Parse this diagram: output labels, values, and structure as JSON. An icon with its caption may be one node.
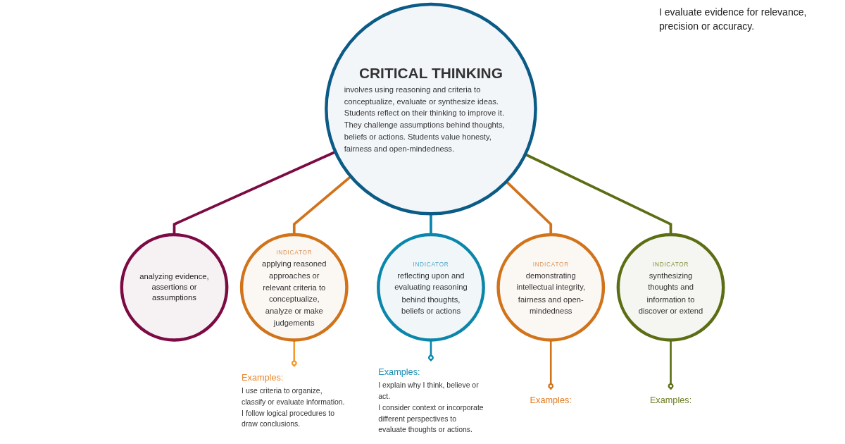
{
  "diagram": {
    "nodes": [
      {
        "text": [
          "CRITICAL THINKING",
          "involves using reasoning and criteria to conceptualize, evaluate or synthesize ideas. Students reflect on their thinking to improve it. They challenge assumptions behind thoughts, beliefs or actions. Students value honesty, fairness and open-mindedness."
        ]
      },
      {
        "text": [
          "analyzing evidence, assertions or assumptions"
        ]
      },
      {
        "text": [
          "INDICATOR",
          "applying reasoned approaches or relevant criteria to conceptualize, analyze or make judgements"
        ]
      },
      {
        "text": [
          "Examples:",
          "I use criteria to organize, classify or evaluate information.",
          "I follow logical procedures to draw conclusions."
        ]
      },
      {
        "text": [
          "INDICATOR",
          "reflecting upon and evaluating reasoning behind thoughts, beliefs or actions"
        ]
      },
      {
        "text": [
          "Examples:",
          "I explain why I think, believe or act.",
          "I consider context or incorporate different perspectives to evaluate thoughts or actions."
        ]
      },
      {
        "text": [
          "INDICATOR",
          "demonstrating intellectual integrity, fairness and open-mindedness"
        ]
      },
      {
        "text": [
          "Examples:"
        ]
      },
      {
        "text": [
          "INDICATOR",
          "synthesizing thoughts and information to discover or extend"
        ]
      },
      {
        "text": [
          "Examples:"
        ]
      }
    ],
    "edges": [
      {
        "from": 0,
        "to": 1,
        "arrow": "none",
        "color": "#7c0a43"
      },
      {
        "from": 0,
        "to": 2,
        "arrow": "none",
        "color": "#d1731a"
      },
      {
        "from": 0,
        "to": 4,
        "arrow": "none",
        "color": "#0b86ab"
      },
      {
        "from": 0,
        "to": 6,
        "arrow": "none",
        "color": "#d1731a"
      },
      {
        "from": 0,
        "to": 8,
        "arrow": "none",
        "color": "#5b6e13"
      },
      {
        "from": 2,
        "to": 3,
        "arrow": "other",
        "color": "#f39a2e"
      },
      {
        "from": 4,
        "to": 5,
        "arrow": "other",
        "color": "#0b86ab"
      },
      {
        "from": 6,
        "to": 7,
        "arrow": "other",
        "color": "#d1731a"
      },
      {
        "from": 8,
        "to": 9,
        "arrow": "other",
        "color": "#5b6e13"
      }
    ],
    "labels": [
      "I evaluate evidence for relevance, precision or accuracy."
    ]
  }
}
